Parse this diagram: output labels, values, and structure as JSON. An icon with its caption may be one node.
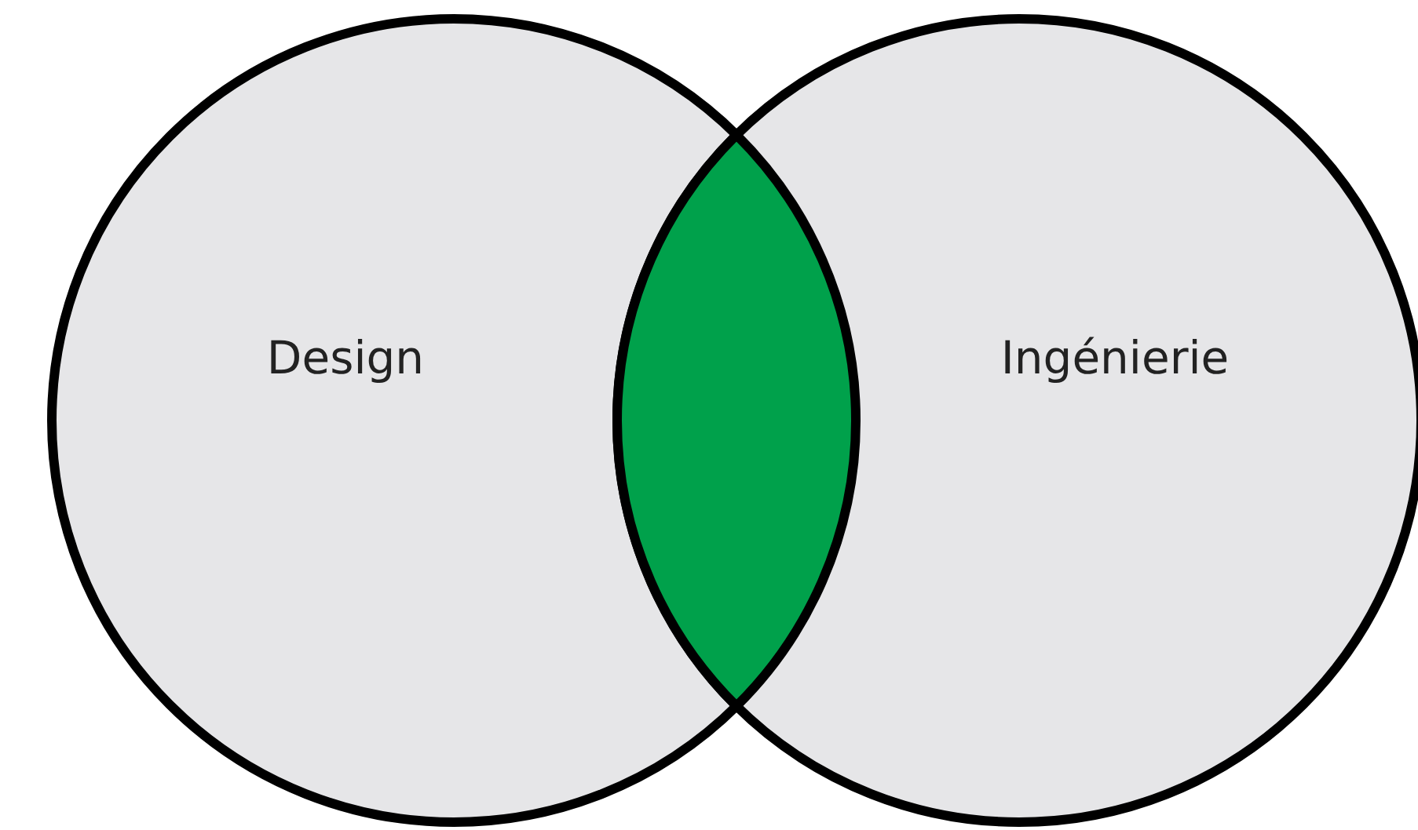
{
  "diagram": {
    "nodes": [
      {
        "text": [
          "Design"
        ]
      },
      {
        "text": [
          "Ingénierie"
        ]
      },
      {
        "text": [],
        "shape": "lens"
      }
    ],
    "edges": []
  }
}
